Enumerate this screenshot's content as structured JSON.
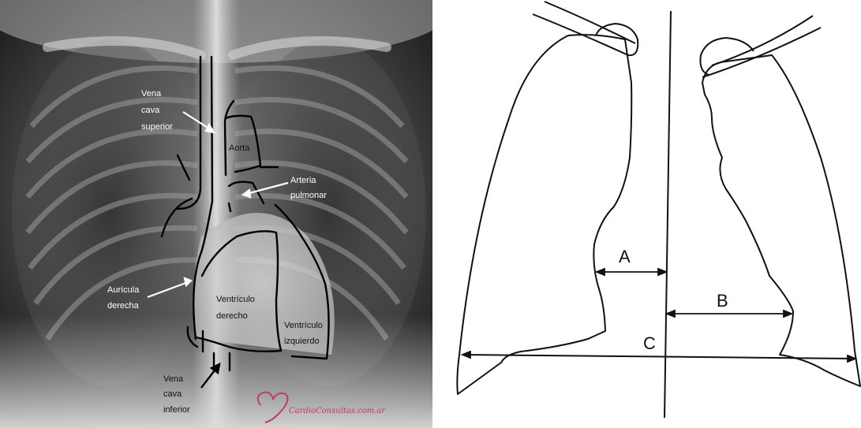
{
  "xray": {
    "labels": {
      "vena_cava_superior": [
        "Vena",
        "cava",
        "superior"
      ],
      "aorta": "Aorta",
      "arteria_pulmonar": [
        "Arteria",
        "pulmonar"
      ],
      "auricula_derecha": [
        "Aurícula",
        "derecha"
      ],
      "ventriculo_derecho": [
        "Ventrículo",
        "derecho"
      ],
      "ventriculo_izquierdo": [
        "Ventrículo",
        "izquierdo"
      ],
      "vena_cava_inferior": [
        "Vena",
        "cava",
        "inferior"
      ]
    },
    "watermark": "CardioConsultas.com.ar",
    "colors": {
      "outline": "#000000",
      "arrow_white": "#ffffff",
      "watermark": "#c0396b"
    }
  },
  "diagram": {
    "labels": {
      "a": "A",
      "b": "B",
      "c": "C"
    }
  }
}
